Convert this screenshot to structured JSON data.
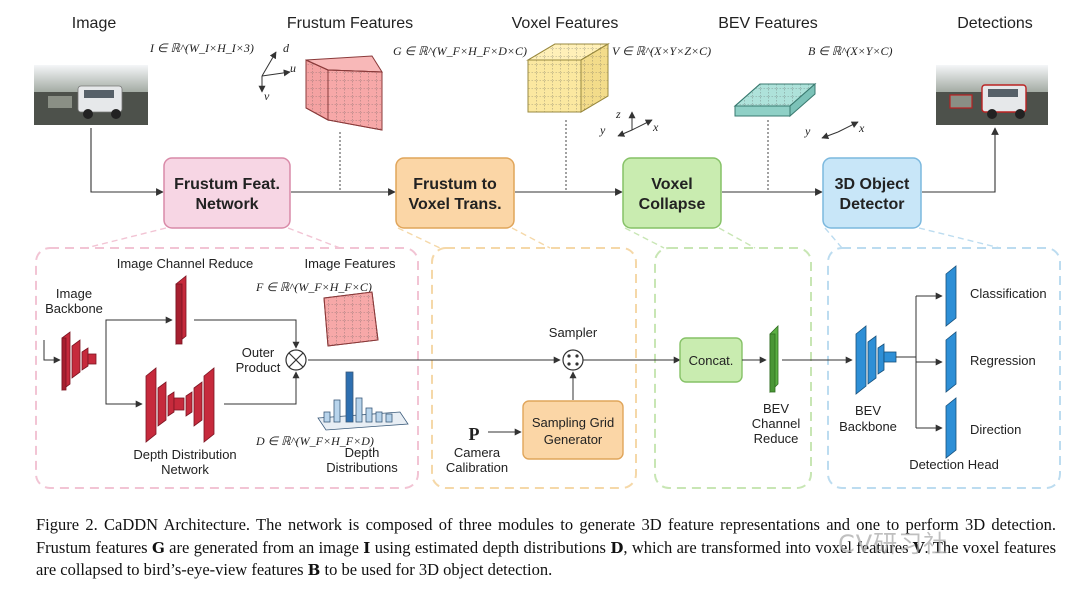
{
  "headers": {
    "image": "Image",
    "frustum": "Frustum Features",
    "voxel": "Voxel Features",
    "bev": "BEV Features",
    "detections": "Detections"
  },
  "math": {
    "I": "I ∈ ℝ^(W_I×H_I×3)",
    "G": "G ∈ ℝ^(W_F×H_F×D×C)",
    "V": "V ∈ ℝ^(X×Y×Z×C)",
    "B": "B ∈ ℝ^(X×Y×C)",
    "F": "F ∈ ℝ^(W_F×H_F×C)",
    "D": "D ∈ ℝ^(W_F×H_F×D)",
    "P": "P"
  },
  "axes": {
    "d": "d",
    "u": "u",
    "v": "v",
    "x": "x",
    "y": "y",
    "z": "z"
  },
  "modules": [
    {
      "name": "Frustum Feat.",
      "name2": "Network",
      "fill": "#f7d6e4",
      "stroke": "#d98aa8"
    },
    {
      "name": "Frustum to",
      "name2": "Voxel Trans.",
      "fill": "#fbd6a6",
      "stroke": "#e0a55a"
    },
    {
      "name": "Voxel",
      "name2": "Collapse",
      "fill": "#c9ecb0",
      "stroke": "#86c267"
    },
    {
      "name": "3D Object",
      "name2": "Detector",
      "fill": "#c8e6f8",
      "stroke": "#7bb8de"
    }
  ],
  "sub": {
    "image_backbone": "Image",
    "image_backbone2": "Backbone",
    "image_channel_reduce": "Image Channel Reduce",
    "image_features": "Image Features",
    "outer_product": "Outer",
    "outer_product2": "Product",
    "depth_network": "Depth Distribution",
    "depth_network2": "Network",
    "depth_distributions": "Depth",
    "depth_distributions2": "Distributions",
    "sampler": "Sampler",
    "sampling_grid": "Sampling Grid",
    "sampling_grid2": "Generator",
    "camera": "Camera",
    "camera2": "Calibration",
    "concat": "Concat.",
    "bev_channel": "BEV",
    "bev_channel2": "Channel",
    "bev_channel3": "Reduce",
    "bev_backbone": "BEV",
    "bev_backbone2": "Backbone",
    "classification": "Classification",
    "regression": "Regression",
    "direction": "Direction",
    "detection_head": "Detection Head"
  },
  "colors": {
    "red_block": "#c62a3c",
    "blue_block": "#2e8fd6",
    "green_block": "#5bb043",
    "pink_dash": "#f2c4d4",
    "orange_dash": "#f5d8a8",
    "green_dash": "#c8e6b4",
    "blue_dash": "#bcdcf0"
  },
  "caption": {
    "p1": "Figure 2. CaDDN Architecture. The network is composed of three modules to generate 3D feature representations and one to perform 3D detection. Frustum features ",
    "G": "G",
    "p2": " are generated from an image ",
    "I": "I",
    "p3": " using estimated depth distributions ",
    "D": "D",
    "p4": ", which are transformed into voxel features ",
    "V": "V",
    "p5": ". The voxel features are collapsed to bird’s-eye-view features ",
    "B": "B",
    "p6": " to be used for 3D object detection."
  },
  "watermark": "CV研习社"
}
